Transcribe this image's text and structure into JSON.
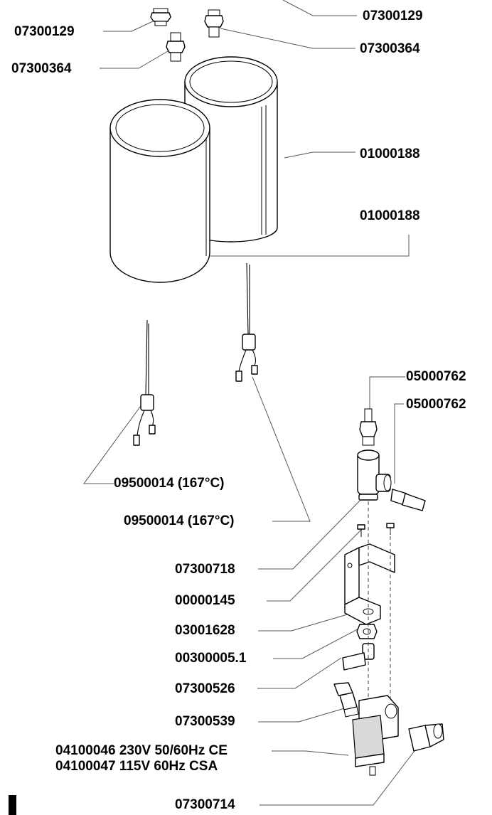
{
  "labels": {
    "fitting_top_left": "07300129",
    "fitting_top_right": "07300129",
    "nipple_left": "07300364",
    "nipple_right": "07300364",
    "insulation_back": "01000188",
    "insulation_front": "01000188",
    "hose_barb_top": "05000762",
    "hose_barb_side": "05000762",
    "thermostat_left": "09500014 (167°C)",
    "thermostat_right": "09500014 (167°C)",
    "tee_fitting": "07300718",
    "screw": "00000145",
    "bracket": "03001628",
    "nut": "00300005.1",
    "elbow_small": "07300526",
    "connector": "07300539",
    "solenoid_valve_ce": "04100046 230V 50/60Hz CE",
    "solenoid_valve_csa": "04100047 115V 60Hz CSA",
    "elbow_large": "07300714"
  }
}
